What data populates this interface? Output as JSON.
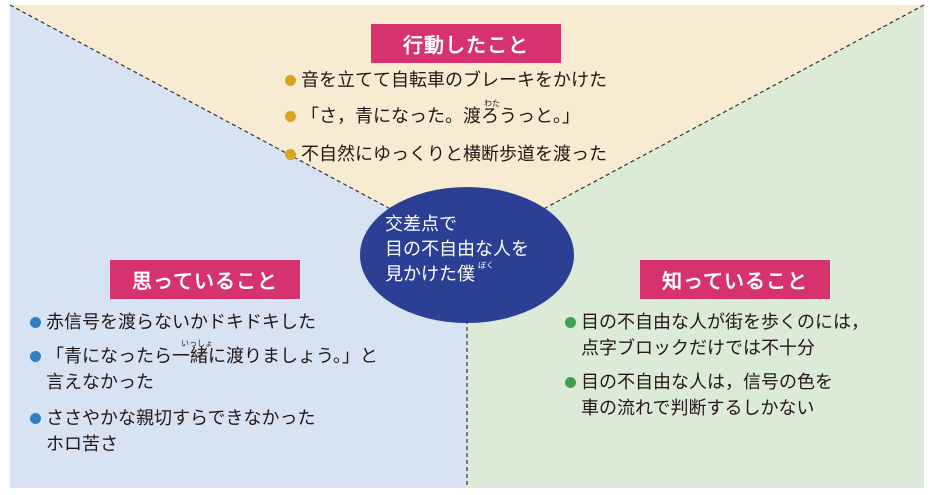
{
  "colors": {
    "top": "#f7ebd2",
    "left": "#d7e3f2",
    "right": "#dcebd8",
    "label_bg": "#d6336e",
    "center": "#2b3f95",
    "bullet_top": "#d9a521",
    "bullet_left": "#2f7fc2",
    "bullet_right": "#3ea14b"
  },
  "top": {
    "label": "行動したこと",
    "items": [
      "音を立てて自転車のブレーキをかけた",
      "「さ，青になった。渡ろうっと。」",
      "不自然にゆっくりと横断歩道を渡った"
    ],
    "ruby": "わた"
  },
  "left": {
    "label": "思っていること",
    "items": [
      {
        "line1": "赤信号を渡らないかドキドキした",
        "line2": ""
      },
      {
        "line1": "「青になったら一緒に渡りましょう。」と",
        "line2": "言えなかった"
      },
      {
        "line1": "ささやかな親切すらできなかった",
        "line2": "ホロ苦さ"
      }
    ],
    "ruby": "いっしょ"
  },
  "right": {
    "label": "知っていること",
    "items": [
      {
        "line1": "目の不自由な人が街を歩くのには，",
        "line2": "点字ブロックだけでは不十分"
      },
      {
        "line1": "目の不自由な人は，信号の色を",
        "line2": "車の流れで判断するしかない"
      }
    ]
  },
  "center": {
    "lines": [
      "交差点で",
      "目の不自由な人を",
      "見かけた僕"
    ],
    "ruby": "ぼく"
  }
}
